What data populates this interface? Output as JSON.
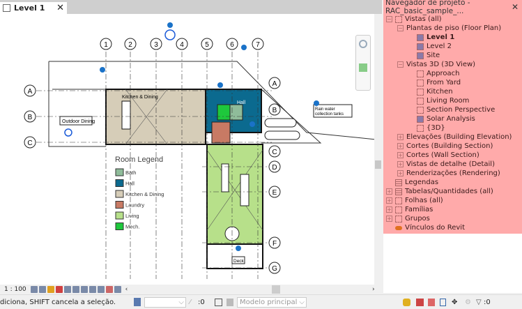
{
  "tab": {
    "title": "Level 1",
    "close": "✕"
  },
  "drawing": {
    "grid_columns": [
      "1",
      "2",
      "3",
      "4",
      "5",
      "6",
      "7"
    ],
    "grid_rows_left": [
      "A",
      "B",
      "C"
    ],
    "grid_rows_right": [
      "A",
      "B",
      "C",
      "D",
      "E",
      "F",
      "G"
    ],
    "room_labels": {
      "kitchen": "Kitchen & Dining",
      "hall": "Hall",
      "outdoor": "Outdoor Dining",
      "deck": "Deck",
      "rain": "Rain water collection tanks"
    },
    "legend": {
      "title": "Room Legend",
      "items": [
        {
          "label": "Bath",
          "color": "#8fbc9a"
        },
        {
          "label": "Hall",
          "color": "#0b6a8f"
        },
        {
          "label": "Kitchen & Dining",
          "color": "#d6cdb8"
        },
        {
          "label": "Laundry",
          "color": "#c87a64"
        },
        {
          "label": "Living",
          "color": "#b7e08a"
        },
        {
          "label": "Mech.",
          "color": "#1ec83c"
        }
      ]
    },
    "colors": {
      "kitchen": "#d6cdb8",
      "hall": "#0b6a8f",
      "living": "#b7e08a",
      "laundry": "#c87a64",
      "mech": "#1ec83c",
      "bath": "#8fbc9a"
    }
  },
  "viewbar": {
    "scale": "1 : 100"
  },
  "status": {
    "message": "diciona, SHIFT cancela a seleção.",
    "workset_count": ":0",
    "model": "Modelo principal",
    "filter_count": ":0"
  },
  "browser": {
    "title": "Navegador de projeto - RAC_basic_sample_...",
    "close": "✕",
    "nodes": [
      {
        "label": "Vistas (all)",
        "level": 0,
        "pm": "−",
        "icon": "views"
      },
      {
        "label": "Plantas de piso (Floor Plan)",
        "level": 1,
        "pm": "−"
      },
      {
        "label": "Level 1",
        "level": 2,
        "icon": "fill",
        "bold": true
      },
      {
        "label": "Level 2",
        "level": 2,
        "icon": "fill"
      },
      {
        "label": "Site",
        "level": 2,
        "icon": "fill"
      },
      {
        "label": "Vistas 3D (3D View)",
        "level": 1,
        "pm": "−"
      },
      {
        "label": "Approach",
        "level": 2,
        "icon": "box"
      },
      {
        "label": "From Yard",
        "level": 2,
        "icon": "box"
      },
      {
        "label": "Kitchen",
        "level": 2,
        "icon": "box"
      },
      {
        "label": "Living Room",
        "level": 2,
        "icon": "box"
      },
      {
        "label": "Section Perspective",
        "level": 2,
        "icon": "box"
      },
      {
        "label": "Solar Analysis",
        "level": 2,
        "icon": "fill"
      },
      {
        "label": "{3D}",
        "level": 2,
        "icon": "box"
      },
      {
        "label": "Elevações (Building Elevation)",
        "level": 1,
        "pm": "+"
      },
      {
        "label": "Cortes (Building Section)",
        "level": 1,
        "pm": "+"
      },
      {
        "label": "Cortes (Wall Section)",
        "level": 1,
        "pm": "+"
      },
      {
        "label": "Vistas de detalhe (Detail)",
        "level": 1,
        "pm": "+"
      },
      {
        "label": "Renderizações (Rendering)",
        "level": 1,
        "pm": "+"
      },
      {
        "label": "Legendas",
        "level": 0,
        "icon": "tbl"
      },
      {
        "label": "Tabelas/Quantidades (all)",
        "level": 0,
        "pm": "+",
        "icon": "tbl"
      },
      {
        "label": "Folhas (all)",
        "level": 0,
        "pm": "+",
        "icon": "box"
      },
      {
        "label": "Famílias",
        "level": 0,
        "pm": "+",
        "icon": "box"
      },
      {
        "label": "Grupos",
        "level": 0,
        "pm": "+",
        "icon": "box"
      },
      {
        "label": "Vínculos do Revit",
        "level": 0,
        "icon": "link"
      }
    ]
  }
}
